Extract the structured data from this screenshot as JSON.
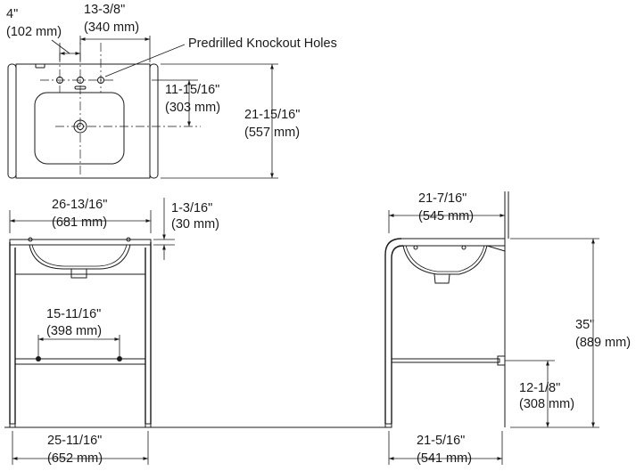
{
  "top_view": {
    "dim_4_in": "4\"",
    "dim_4_mm": "(102 mm)",
    "dim_13_in": "13-3/8\"",
    "dim_13_mm": "(340 mm)",
    "callout": "Predrilled Knockout Holes",
    "dim_11_in": "11-15/16\"",
    "dim_11_mm": "(303 mm)",
    "dim_21_in": "21-15/16\"",
    "dim_21_mm": "(557 mm)"
  },
  "front_view": {
    "dim_26_in": "26-13/16\"",
    "dim_26_mm": "(681 mm)",
    "dim_1_in": "1-3/16\"",
    "dim_1_mm": "(30 mm)",
    "dim_15_in": "15-11/16\"",
    "dim_15_mm": "(398 mm)",
    "dim_25_in": "25-11/16\"",
    "dim_25_mm": "(652 mm)"
  },
  "side_view": {
    "dim_21716_in": "21-7/16\"",
    "dim_21716_mm": "(545 mm)",
    "dim_35_in": "35\"",
    "dim_35_mm": "(889 mm)",
    "dim_12_in": "12-1/8\"",
    "dim_12_mm": "(308 mm)",
    "dim_21516_in": "21-5/16\"",
    "dim_21516_mm": "(541 mm)"
  }
}
